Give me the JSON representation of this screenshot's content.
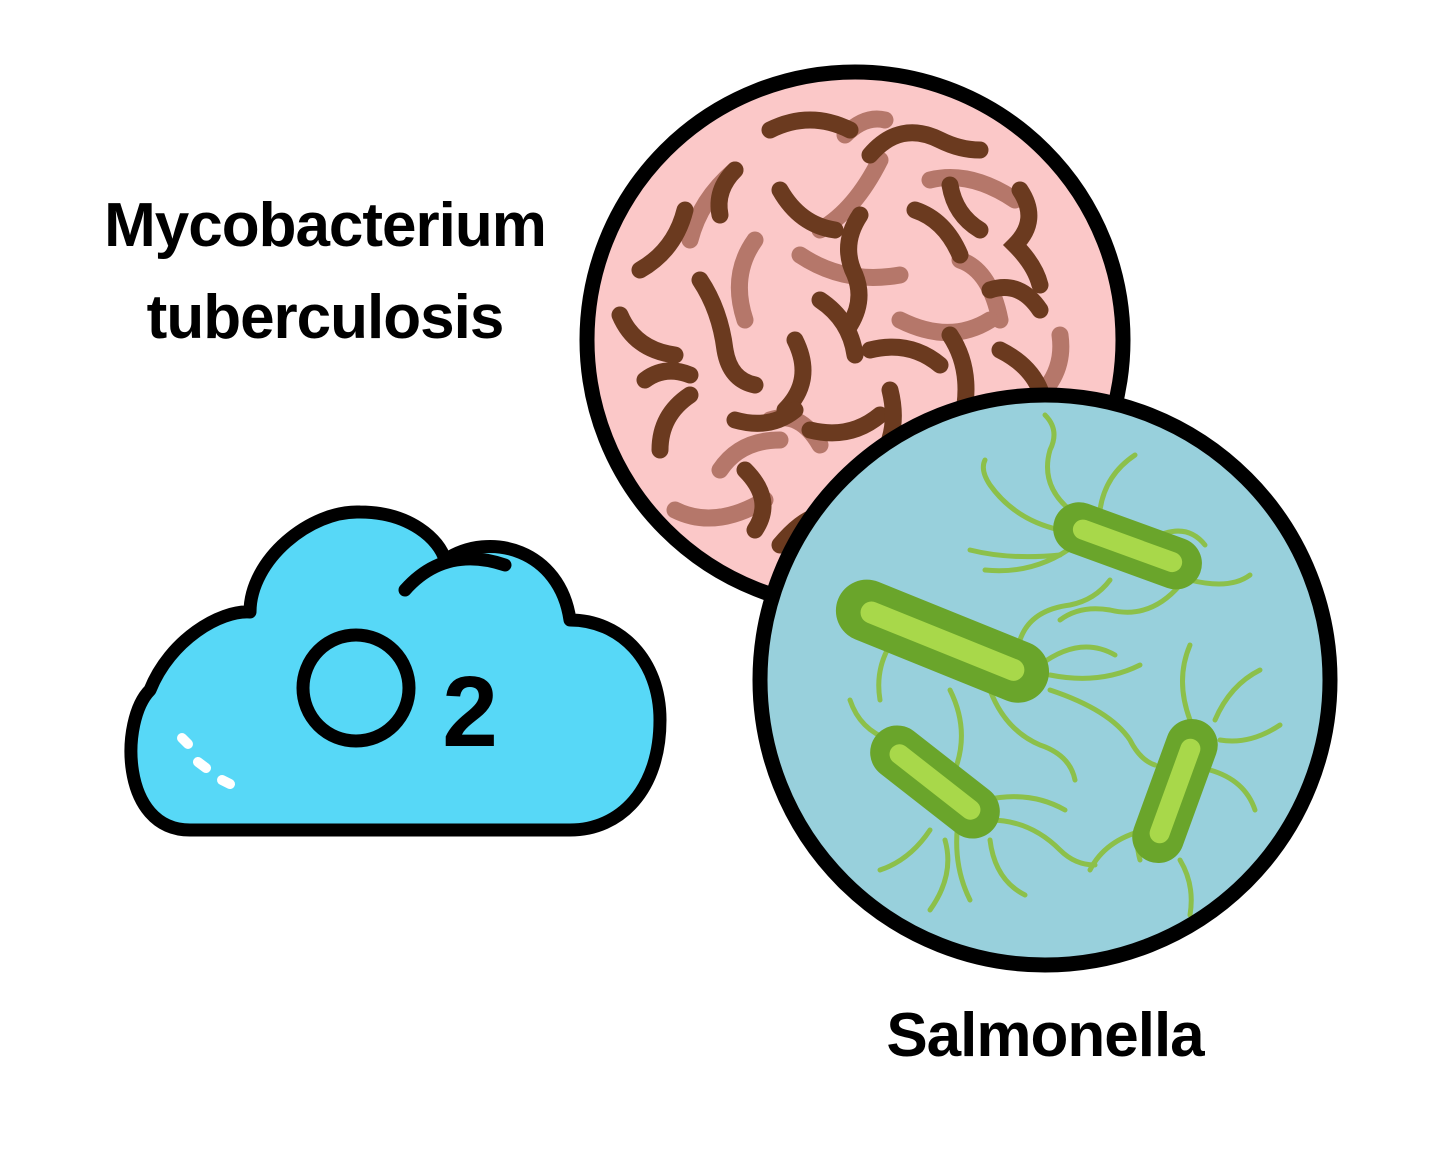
{
  "labels": {
    "mycobacterium_line1": "Mycobacterium",
    "mycobacterium_line2": "tuberculosis",
    "salmonella": "Salmonella"
  },
  "cloud": {
    "formula_letter": "O",
    "formula_subscript": "2",
    "icon": "oxygen-cloud-icon"
  },
  "colors": {
    "cloud_fill": "#57d8f7",
    "myco_circle_fill": "#fbc8c8",
    "myco_rod_dark": "#6b3a1f",
    "myco_rod_light": "#b5776a",
    "salmonella_circle_fill": "#98d0dc",
    "salmonella_body": "#6aa52b",
    "salmonella_flagella": "#8cc04a",
    "outline": "#000000"
  }
}
